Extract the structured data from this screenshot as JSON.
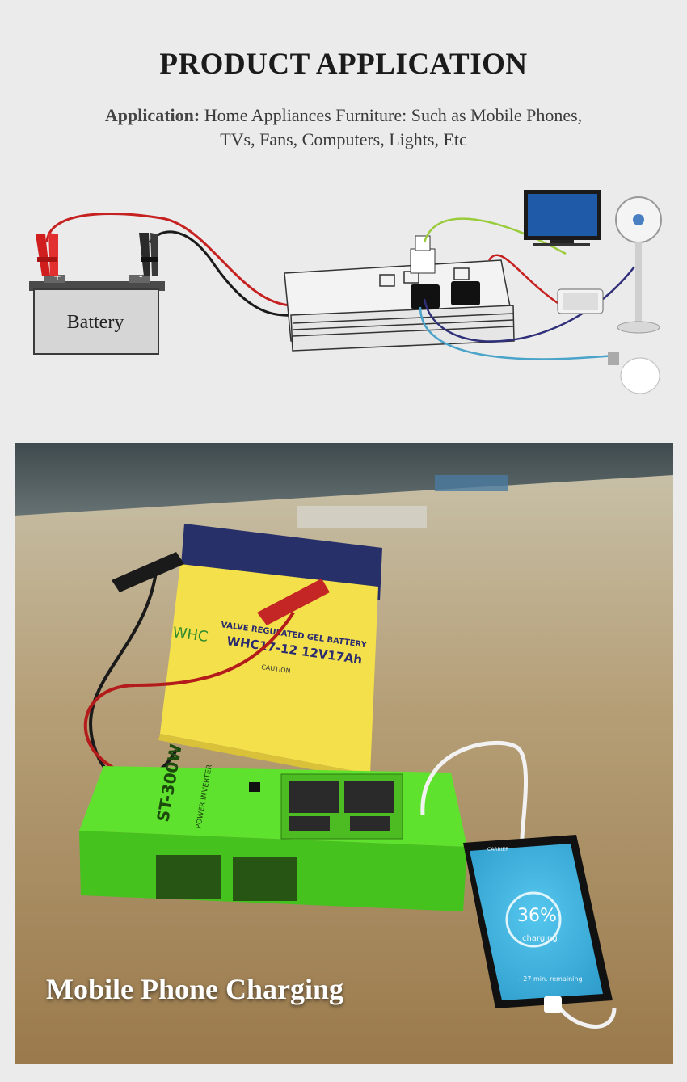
{
  "header": {
    "title": "PRODUCT APPLICATION",
    "application_label": "Application:",
    "application_text_1": "Home Appliances Furniture: Such as Mobile Phones,",
    "application_text_2": "TVs, Fans, Computers, Lights, Etc"
  },
  "diagram": {
    "battery_label": "Battery",
    "plus_sign": "+",
    "minus_sign": "-"
  },
  "photo": {
    "caption": "Mobile Phone Charging",
    "battery_brand": "WHC",
    "battery_line1": "VALVE REGULATED GEL BATTERY",
    "battery_model": "WHC17-12 12V17Ah",
    "battery_caution": "CAUTION",
    "inverter_model": "ST-300W",
    "inverter_label": "POWER INVERTER",
    "phone_percent": "36%",
    "phone_status": "charging",
    "phone_remaining": "~ 27 min. remaining",
    "phone_carrier": "CARRIER"
  },
  "colors": {
    "background": "#ebebeb",
    "inverter_green": "#5fe22e",
    "battery_yellow": "#f3e04a",
    "battery_lid": "#283a78",
    "phone_screen": "#3fb6e0"
  }
}
